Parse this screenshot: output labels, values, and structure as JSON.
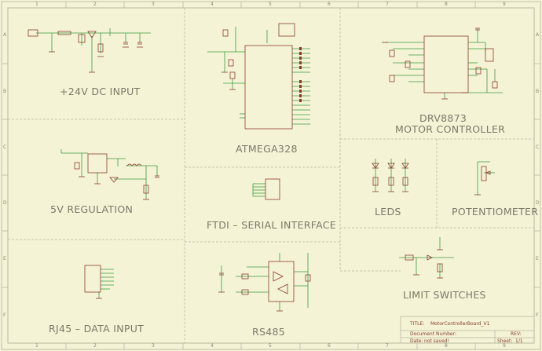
{
  "columns": [
    "1",
    "2",
    "3",
    "4",
    "5",
    "6",
    "7",
    "8",
    "9"
  ],
  "rows": [
    "A",
    "B",
    "C",
    "D",
    "E",
    "F"
  ],
  "sections": {
    "dc_input": "+24V DC INPUT",
    "regulation": "5V REGULATION",
    "rj45": "RJ45 – DATA INPUT",
    "atmega": "ATMEGA328",
    "ftdi": "FTDI – SERIAL INTERFACE",
    "rs485": "RS485",
    "drv_line1": "DRV8873",
    "drv_line2": "MOTOR CONTROLLER",
    "leds": "LEDS",
    "potentiometer": "POTENTIOMETER",
    "limit_switches": "LIMIT SWITCHES"
  },
  "title_block": {
    "title_label": "TITLE:",
    "title_value": "MotorControllerBoard_V1",
    "doc_label": "Document Number:",
    "rev_label": "REV:",
    "date_label": "Date:",
    "date_value": "not saved!",
    "sheet_label": "Sheet:",
    "sheet_value": "1/1"
  },
  "colors": {
    "background": "#f4f3d6",
    "frame": "#b9b8a0",
    "wire": "#3e9a3e",
    "component": "#8a3c2c",
    "text": "#7a7a6a"
  }
}
